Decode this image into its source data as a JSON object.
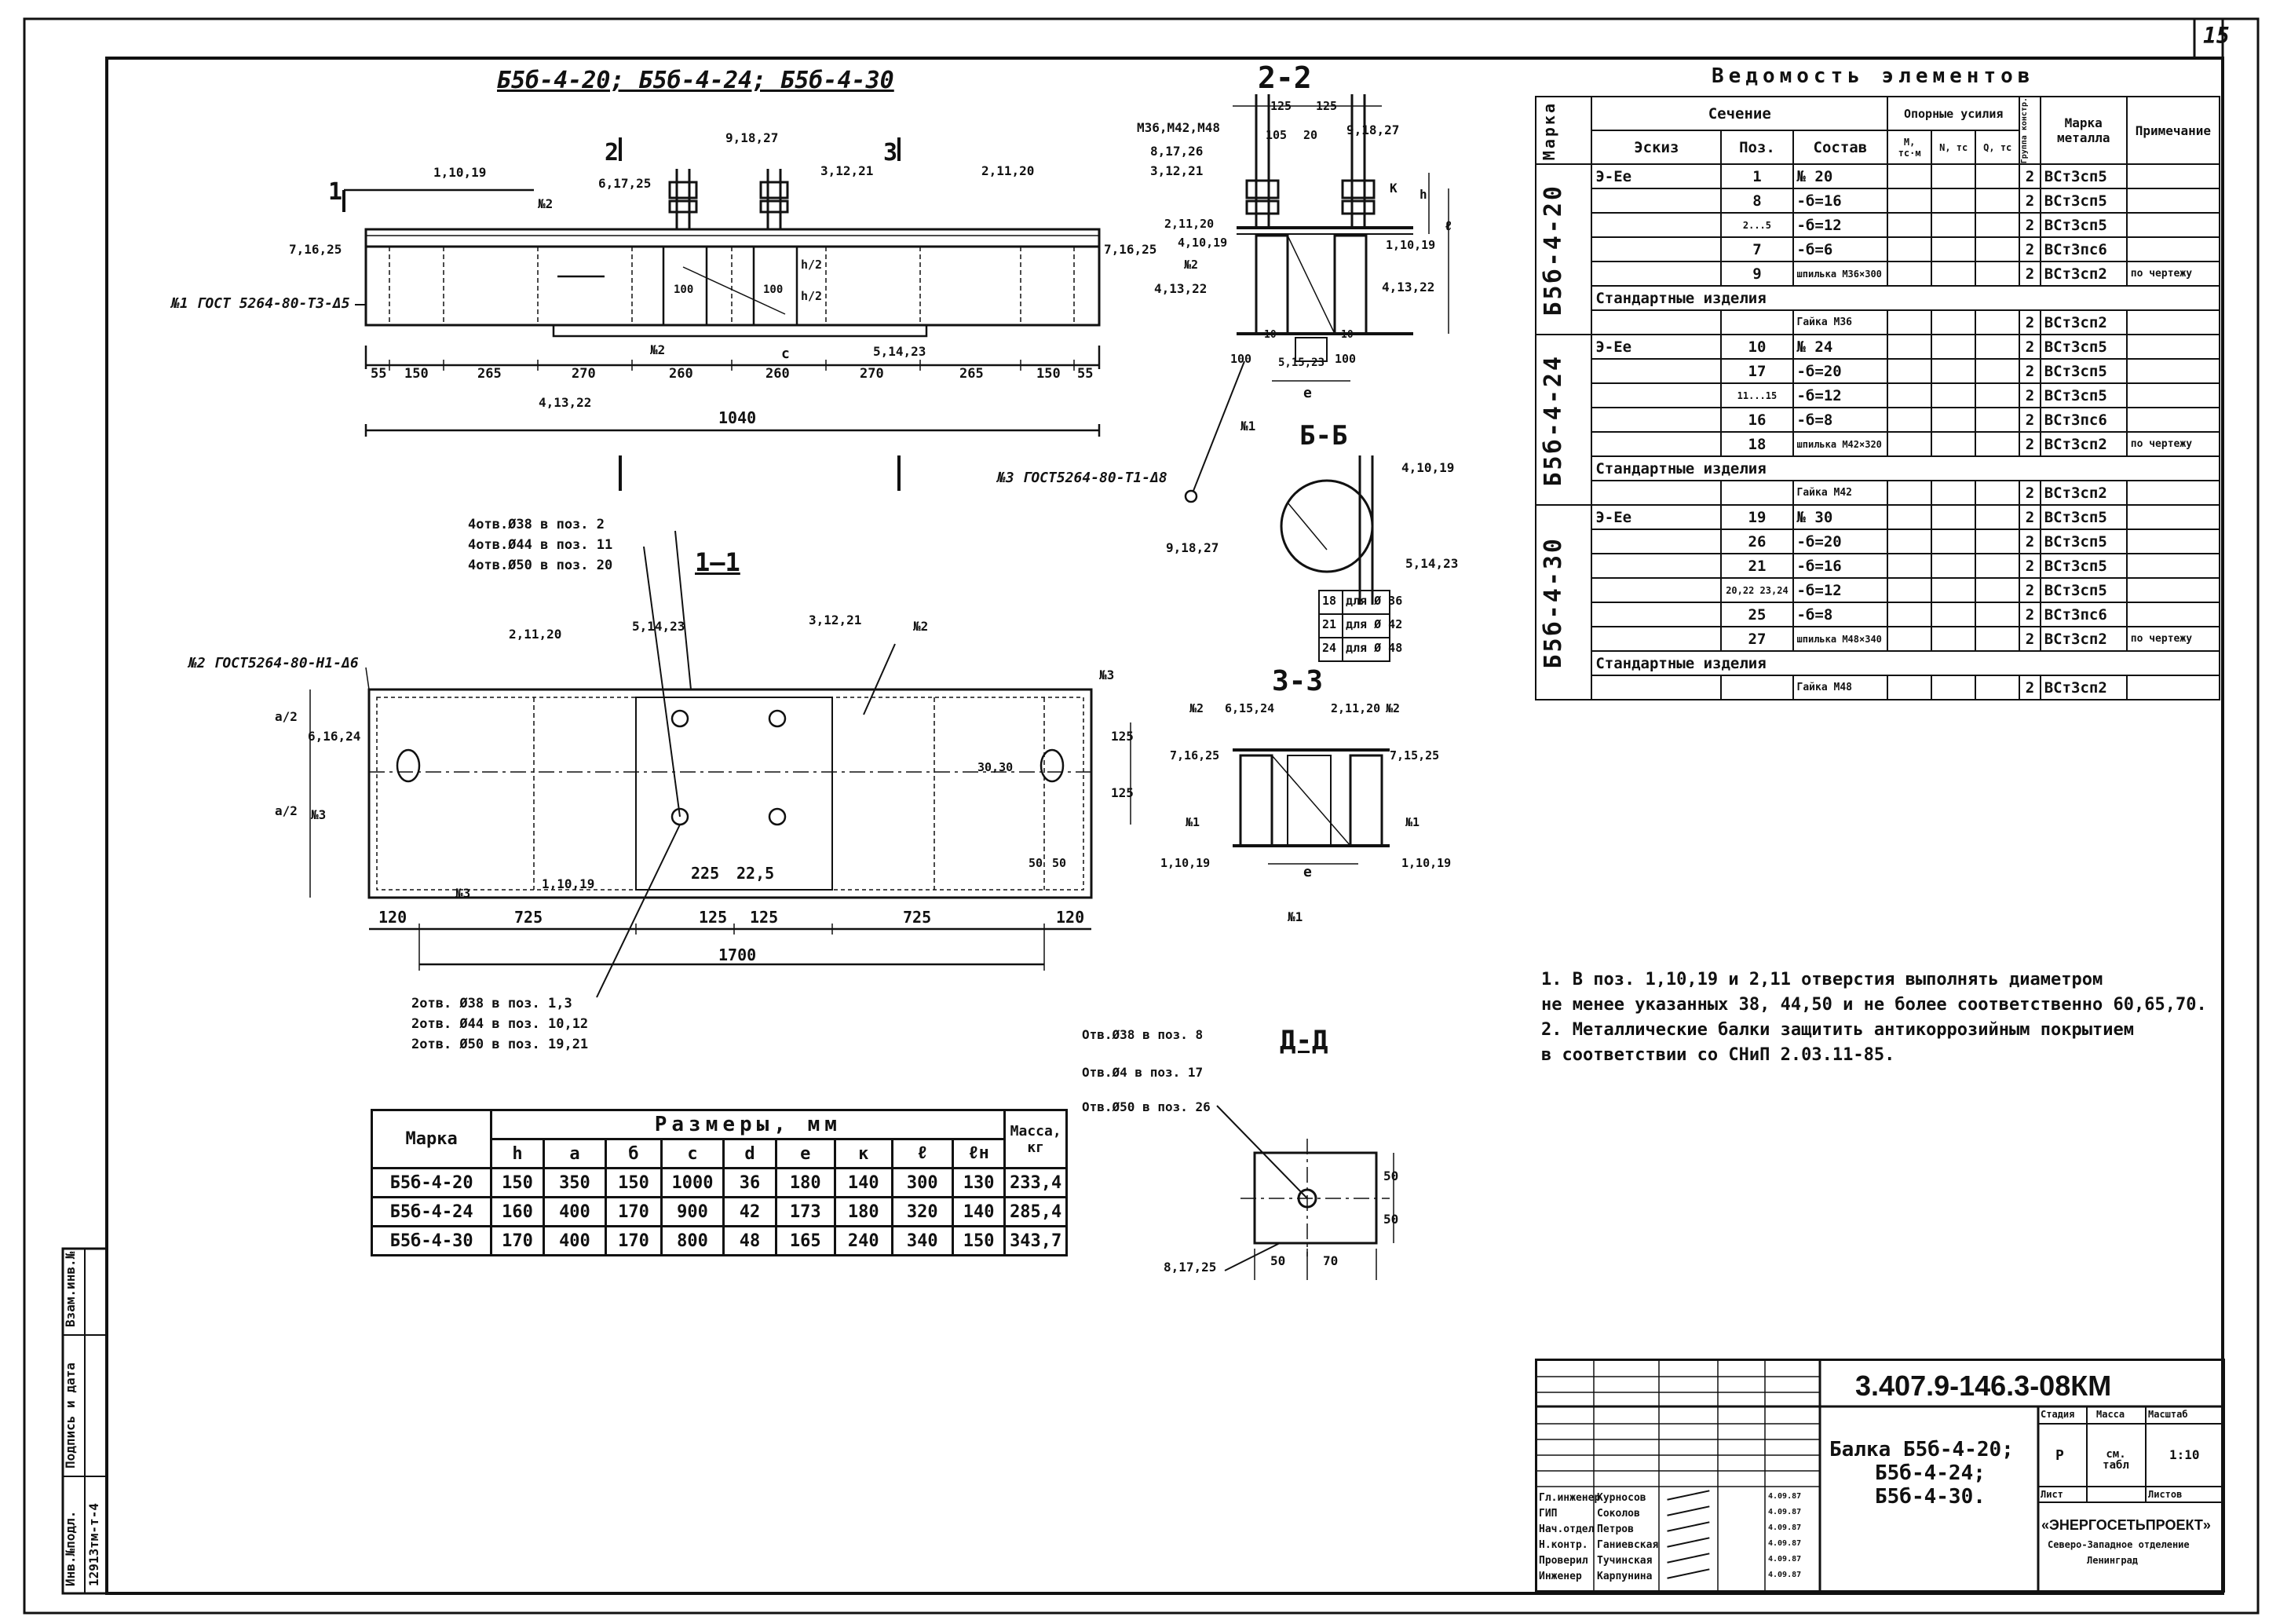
{
  "page_number": "15",
  "drawing_title": "Б5б-4-20; Б5б-4-24; Б5б-4-30",
  "elements_table": {
    "title": "Ведомость элементов",
    "headers": {
      "marka": "Марка",
      "section": "Сечение",
      "sketch": "Эскиз",
      "pos": "Поз.",
      "composition": "Состав",
      "support_forces": "Опорные усилия",
      "m_label": "М, тс·м",
      "n_label": "N, тс",
      "q_label": "Q, тс",
      "group": "Группа констр.",
      "steel": "Марка металла",
      "note": "Примечание"
    },
    "groups": [
      {
        "mark": "Б5б-4-20",
        "rows": [
          {
            "sketch": "Э-Ее",
            "pos": "1",
            "comp": "№ 20",
            "group": "2",
            "steel": "ВСт3сп5",
            "note": ""
          },
          {
            "sketch": "",
            "pos": "8",
            "comp": "-б=16",
            "group": "2",
            "steel": "ВСт3сп5",
            "note": ""
          },
          {
            "sketch": "",
            "pos": "2...5",
            "comp": "-б=12",
            "group": "2",
            "steel": "ВСт3сп5",
            "note": ""
          },
          {
            "sketch": "",
            "pos": "7",
            "comp": "-б=6",
            "group": "2",
            "steel": "ВСт3пс6",
            "note": ""
          },
          {
            "sketch": "",
            "pos": "9",
            "comp": "шпилька М36×300",
            "group": "2",
            "steel": "ВСт3сп2",
            "note": "по чертежу"
          }
        ],
        "std_label": "Стандартные изделия",
        "std_rows": [
          {
            "comp": "Гайка М36",
            "group": "2",
            "steel": "ВСт3сп2"
          }
        ]
      },
      {
        "mark": "Б5б-4-24",
        "rows": [
          {
            "sketch": "Э-Ее",
            "pos": "10",
            "comp": "№ 24",
            "group": "2",
            "steel": "ВСт3сп5",
            "note": ""
          },
          {
            "sketch": "",
            "pos": "17",
            "comp": "-б=20",
            "group": "2",
            "steel": "ВСт3сп5",
            "note": ""
          },
          {
            "sketch": "",
            "pos": "11...15",
            "comp": "-б=12",
            "group": "2",
            "steel": "ВСт3сп5",
            "note": ""
          },
          {
            "sketch": "",
            "pos": "16",
            "comp": "-б=8",
            "group": "2",
            "steel": "ВСт3пс6",
            "note": ""
          },
          {
            "sketch": "",
            "pos": "18",
            "comp": "шпилька М42×320",
            "group": "2",
            "steel": "ВСт3сп2",
            "note": "по чертежу"
          }
        ],
        "std_label": "Стандартные изделия",
        "std_rows": [
          {
            "comp": "Гайка М42",
            "group": "2",
            "steel": "ВСт3сп2"
          }
        ]
      },
      {
        "mark": "Б5б-4-30",
        "rows": [
          {
            "sketch": "Э-Ее",
            "pos": "19",
            "comp": "№ 30",
            "group": "2",
            "steel": "ВСт3сп5",
            "note": ""
          },
          {
            "sketch": "",
            "pos": "26",
            "comp": "-б=20",
            "group": "2",
            "steel": "ВСт3сп5",
            "note": ""
          },
          {
            "sketch": "",
            "pos": "21",
            "comp": "-б=16",
            "group": "2",
            "steel": "ВСт3сп5",
            "note": ""
          },
          {
            "sketch": "",
            "pos": "20,22 23,24",
            "comp": "-б=12",
            "group": "2",
            "steel": "ВСт3сп5",
            "note": ""
          },
          {
            "sketch": "",
            "pos": "25",
            "comp": "-б=8",
            "group": "2",
            "steel": "ВСт3пс6",
            "note": ""
          },
          {
            "sketch": "",
            "pos": "27",
            "comp": "шпилька М48×340",
            "group": "2",
            "steel": "ВСт3сп2",
            "note": "по чертежу"
          }
        ],
        "std_label": "Стандартные изделия",
        "std_rows": [
          {
            "comp": "Гайка М48",
            "group": "2",
            "steel": "ВСт3сп2"
          }
        ]
      }
    ]
  },
  "dimensions_table": {
    "mark_header": "Марка",
    "sizes_header": "Размеры, мм",
    "mass_header": "Масса, кг",
    "columns": [
      "h",
      "a",
      "б",
      "c",
      "d",
      "e",
      "к",
      "ℓ",
      "ℓн"
    ],
    "rows": [
      {
        "mark": "Б5б-4-20",
        "values": [
          "150",
          "350",
          "150",
          "1000",
          "36",
          "180",
          "140",
          "300",
          "130"
        ],
        "mass": "233,4"
      },
      {
        "mark": "Б5б-4-24",
        "values": [
          "160",
          "400",
          "170",
          "900",
          "42",
          "173",
          "180",
          "320",
          "140"
        ],
        "mass": "285,4"
      },
      {
        "mark": "Б5б-4-30",
        "values": [
          "170",
          "400",
          "170",
          "800",
          "48",
          "165",
          "240",
          "340",
          "150"
        ],
        "mass": "343,7"
      }
    ]
  },
  "notes": [
    "1. В поз. 1,10,19 и 2,11 отверстия выполнять диаметром",
    "не менее указанных 38, 44,50 и не более соответственно 60,65,70.",
    "2. Металлические балки защитить антикоррозийным покрытием",
    "в соответствии со СНиП 2.03.11-85."
  ],
  "section_labels": {
    "s22": "2-2",
    "s11": "1—1",
    "s33": "3-3",
    "sbb": "Б-Б",
    "sdd": "Д-Д",
    "cut1": "1",
    "cut2": "2",
    "cut3": "3"
  },
  "annotations": {
    "elev_weld1": "№1 ГОСТ 5264-80-Т3-Δ5",
    "elev_dim_total": "1040",
    "elev_dims": [
      "55",
      "150",
      "265",
      "270",
      "260",
      "260",
      "270",
      "265",
      "150",
      "55"
    ],
    "elev_callouts": [
      "1,10,19",
      "6,17,25",
      "9,18,27",
      "3,12,21",
      "2,11,20",
      "7,16,25",
      "7,16,25",
      "№2",
      "100",
      "100",
      "№2",
      "c",
      "4,13,22",
      "5,14,23",
      "h/2",
      "h/2"
    ],
    "plan_weld": "№2 ГОСТ5264-80-Н1-Δ6",
    "plan_holes_a": [
      "4отв.Ø38 в поз. 2",
      "4отв.Ø44 в поз. 11",
      "4отв.Ø50 в поз. 20"
    ],
    "plan_holes_b": [
      "2отв. Ø38 в поз. 1,3",
      "2отв. Ø44 в поз. 10,12",
      "2отв. Ø50 в поз. 19,21"
    ],
    "plan_dim_total": "1700",
    "plan_dims": [
      "120",
      "725",
      "125",
      "125",
      "725",
      "120"
    ],
    "plan_callouts": [
      "2,11,20",
      "5,14,23",
      "3,12,21",
      "№2",
      "6,16,24",
      "№3",
      "№3",
      "№3",
      "1,10,19",
      "a/2",
      "a/2",
      "225",
      "22,5",
      "30,30",
      "125",
      "125",
      "50",
      "50"
    ],
    "s22_callouts": [
      "М36,М42,М48",
      "8,17,26",
      "3,12,21",
      "2,11,20",
      "4,10,19",
      "№2",
      "4,13,22",
      "4,13,22",
      "9,18,27",
      "1,10,19",
      "5,15,23",
      "100",
      "100",
      "10",
      "10",
      "е",
      "№1",
      "125",
      "125",
      "105",
      "20",
      "К",
      "h",
      "ℓ"
    ],
    "weld3": "№3 ГОСТ5264-80-Т1-Δ8",
    "sbb_callouts": [
      "4,10,19",
      "9,18,27",
      "5,14,23"
    ],
    "sbb_table": [
      {
        "pos": "18",
        "text": "для Ø 36"
      },
      {
        "pos": "21",
        "text": "для Ø 42"
      },
      {
        "pos": "24",
        "text": "для Ø 48"
      }
    ],
    "s33_callouts": [
      "№2",
      "6,15,24",
      "2,11,20",
      "№2",
      "7,16,25",
      "7,15,25",
      "№1",
      "№1",
      "1,10,19",
      "1,10,19",
      "е",
      "№1"
    ],
    "sdd_callouts": [
      "Отв.Ø38 в поз. 8",
      "Отв.Ø4 в поз. 17",
      "Отв.Ø50 в поз. 26",
      "8,17,25",
      "50",
      "50",
      "50",
      "70"
    ]
  },
  "side_stamp": [
    "Инв.№подл.",
    "Подпись и дата",
    "Взам.инв.№",
    "12913тм-т-4"
  ],
  "title_block": {
    "code": "3.407.9-146.3-08КМ",
    "name_lines": [
      "Балка Б5б-4-20;",
      "Б5б-4-24;",
      "Б5б-4-30."
    ],
    "signatures": [
      {
        "role": "Гл.инженер",
        "name": "Курносов",
        "date": "4.09.87"
      },
      {
        "role": "ГИП",
        "name": "Соколов",
        "date": "4.09.87"
      },
      {
        "role": "Нач.отдел",
        "name": "Петров",
        "date": "4.09.87"
      },
      {
        "role": "Н.контр.",
        "name": "Ганиевская",
        "date": "4.09.87"
      },
      {
        "role": "Проверил",
        "name": "Тучинская",
        "date": "4.09.87"
      },
      {
        "role": "Инженер",
        "name": "Карпунина",
        "date": "4.09.87"
      }
    ],
    "stage_header": "Стадия",
    "mass_header": "Масса",
    "scale_header": "Масштаб",
    "stage": "Р",
    "mass": "см. табл",
    "scale": "1:10",
    "sheet_label": "Лист",
    "sheets_label": "Листов",
    "org": "«ЭНЕРГОСЕТЬПРОЕКТ»",
    "org_sub1": "Северо-Западное отделение",
    "org_sub2": "Ленинград"
  }
}
